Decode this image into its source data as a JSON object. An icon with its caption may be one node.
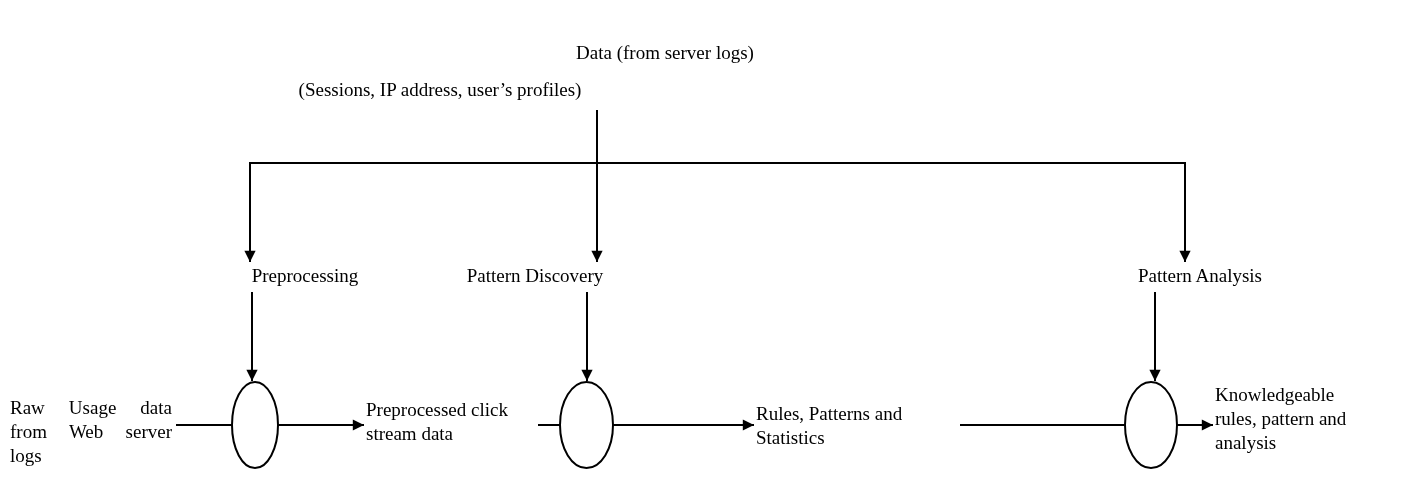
{
  "diagram": {
    "title": "Data (from server logs)",
    "nodes": [
      {
        "text": [
          "(Sessions, IP address, user’s profiles)"
        ]
      },
      {
        "text": [
          "Preprocessing"
        ]
      },
      {
        "text": [
          "Pattern Discovery"
        ]
      },
      {
        "text": [
          "Pattern Analysis"
        ]
      },
      {
        "text": [
          "Raw Usage data from Web server logs"
        ]
      },
      {
        "text": [],
        "shape": "ellipse"
      },
      {
        "text": [
          "Preprocessed click stream data"
        ]
      },
      {
        "text": [],
        "shape": "ellipse"
      },
      {
        "text": [
          "Rules, Patterns and Statistics"
        ]
      },
      {
        "text": [],
        "shape": "ellipse"
      },
      {
        "text": [
          "Knowledgeable rules, pattern and analysis"
        ]
      }
    ],
    "edges": [
      {
        "from": 0,
        "to": 1,
        "arrow": "to"
      },
      {
        "from": 0,
        "to": 2,
        "arrow": "to"
      },
      {
        "from": 0,
        "to": 3,
        "arrow": "to"
      },
      {
        "from": 1,
        "to": 5,
        "arrow": "to"
      },
      {
        "from": 2,
        "to": 7,
        "arrow": "to"
      },
      {
        "from": 3,
        "to": 9,
        "arrow": "to"
      },
      {
        "from": 4,
        "to": 5,
        "arrow": "none"
      },
      {
        "from": 5,
        "to": 6,
        "arrow": "to"
      },
      {
        "from": 6,
        "to": 7,
        "arrow": "none"
      },
      {
        "from": 7,
        "to": 8,
        "arrow": "to"
      },
      {
        "from": 8,
        "to": 9,
        "arrow": "none"
      },
      {
        "from": 9,
        "to": 10,
        "arrow": "to"
      }
    ]
  }
}
